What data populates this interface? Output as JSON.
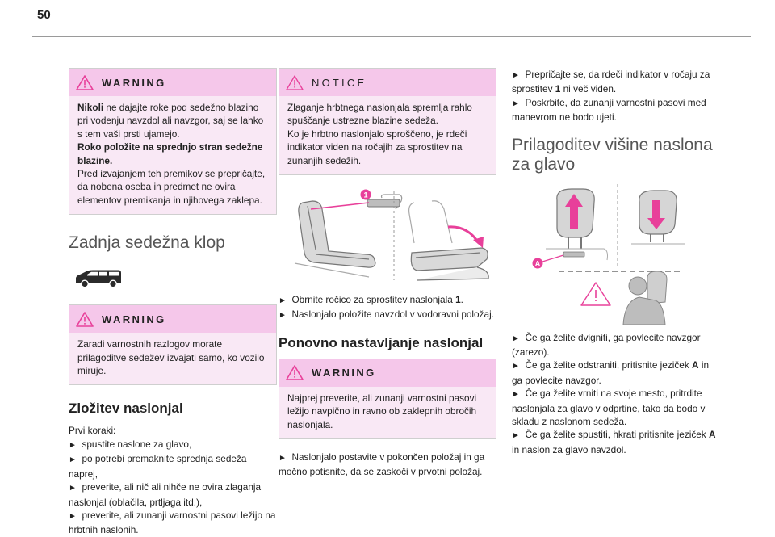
{
  "page_number": "50",
  "col1": {
    "warning1": {
      "title": "WARNING",
      "lines": [
        {
          "bold": "Nikoli",
          "text": " ne dajajte roke pod sedežno blazino pri vodenju navzdol ali navzgor, saj se lahko s tem vaši prsti ujamejo."
        },
        {
          "bold": "Roko položite na sprednjo stran sedežne blazine.",
          "text": ""
        },
        {
          "bold": "",
          "text": "Pred izvajanjem teh premikov se prepričajte, da nobena oseba in predmet ne ovira elementov premikanja in njihovega zaklepa."
        }
      ]
    },
    "heading_rear_seat": "Zadnja sedežna klop",
    "car_icon": "van-side-icon",
    "warning2": {
      "title": "WARNING",
      "text": "Zaradi varnostnih razlogov morate prilagoditve sedežev izvajati samo, ko vozilo miruje."
    },
    "heading_fold": "Zložitev naslonjal",
    "intro": "Prvi koraki:",
    "steps": [
      "spustite naslone za glavo,",
      "po potrebi premaknite sprednja sedeža naprej,",
      "preverite, ali nič ali nihče ne ovira zlaganja naslonjal (oblačila, prtljaga itd.),",
      "preverite, ali zunanji varnostni pasovi ležijo na hrbtnih naslonih."
    ]
  },
  "col2": {
    "notice": {
      "title": "NOTICE",
      "lines": [
        "Zlaganje hrbtnega naslonjala spremlja rahlo spuščanje ustrezne blazine sedeža.",
        "Ko je hrbtno naslonjalo sproščeno, je rdeči indikator viden na ročajih za sprostitev na zunanjih sedežih."
      ]
    },
    "figure_label": "1",
    "steps": [
      {
        "text": "Obrnite ročico za sprostitev naslonjala ",
        "bold": "1",
        "tail": "."
      },
      {
        "text": "Naslonjalo položite navzdol v vodoravni položaj.",
        "bold": "",
        "tail": ""
      }
    ],
    "heading_reset": "Ponovno nastavljanje naslonjal",
    "warning3": {
      "title": "WARNING",
      "text": "Najprej preverite, ali zunanji varnostni pasovi ležijo navpično in ravno ob zaklepnih obročih naslonjala."
    },
    "step_after": "Naslonjalo postavite v pokončen položaj in ga močno potisnite, da se zaskoči v prvotni položaj."
  },
  "col3": {
    "steps_top": [
      {
        "text": "Prepričajte se, da rdeči indikator v ročaju za sprostitev ",
        "bold": "1",
        "tail": " ni več viden."
      },
      {
        "text": "Poskrbite, da zunanji varnostni pasovi med manevrom ne bodo ujeti.",
        "bold": "",
        "tail": ""
      }
    ],
    "heading_headrest": "Prilagoditev višine naslona za glavo",
    "figure_label": "A",
    "steps": [
      {
        "text": "Če ga želite dvigniti, ga povlecite navzgor (zarezo).",
        "bold": "",
        "tail": ""
      },
      {
        "text": "Če ga želite odstraniti, pritisnite jeziček ",
        "bold": "A",
        "tail": " in ga povlecite navzgor."
      },
      {
        "text": "Če ga želite vrniti na svoje mesto, pritrdite naslonjala za glavo v odprtine, tako da bodo v skladu z naslonom sedeža.",
        "bold": "",
        "tail": ""
      },
      {
        "text": "Če ga želite spustiti, hkrati pritisnite jeziček ",
        "bold": "A",
        "tail": " in naslon za glavo navzdol."
      }
    ]
  },
  "colors": {
    "accent": "#e8409a",
    "box_bg": "#f9e8f5",
    "box_header": "#f5c7ea"
  }
}
